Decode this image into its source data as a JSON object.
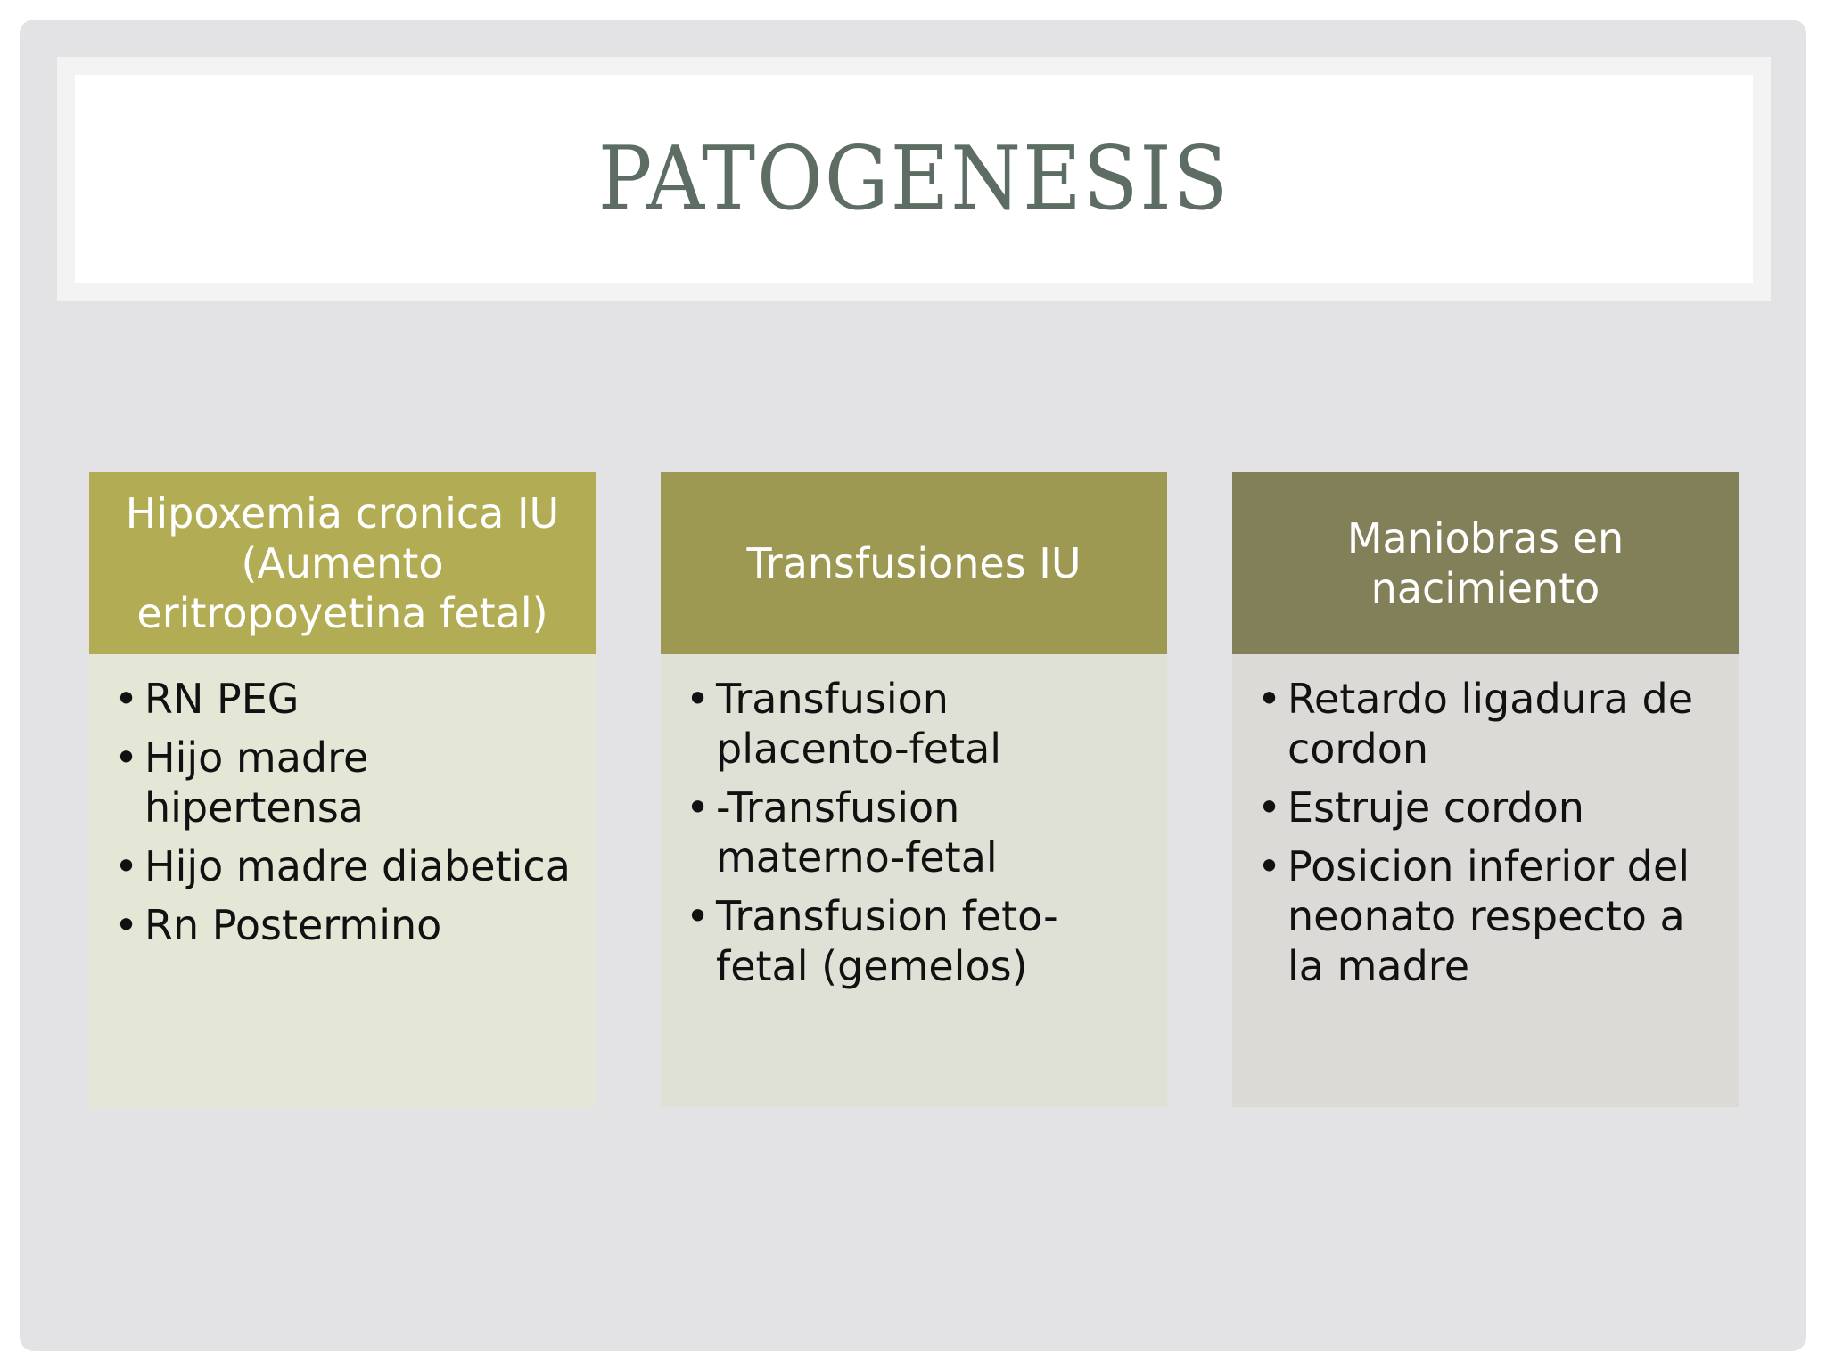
{
  "slide": {
    "title": "PATOGENESIS",
    "colors": {
      "background": "#e3e3e5",
      "title_text": "#5e6d63",
      "header_1": "#b2ad55",
      "header_2": "#9d9953",
      "header_3": "#828058"
    },
    "columns": [
      {
        "header": "Hipoxemia cronica IU (Aumento eritropoyetina fetal)",
        "items": [
          "RN PEG",
          "Hijo madre hipertensa",
          "Hijo madre diabetica",
          "Rn Postermino"
        ]
      },
      {
        "header": "Transfusiones IU",
        "items": [
          "Transfusion placento-fetal",
          "-Transfusion materno-fetal",
          "Transfusion feto-fetal (gemelos)"
        ]
      },
      {
        "header": "Maniobras en nacimiento",
        "items": [
          "Retardo ligadura de cordon",
          "Estruje cordon",
          "Posicion inferior del neonato respecto a la madre"
        ]
      }
    ]
  }
}
